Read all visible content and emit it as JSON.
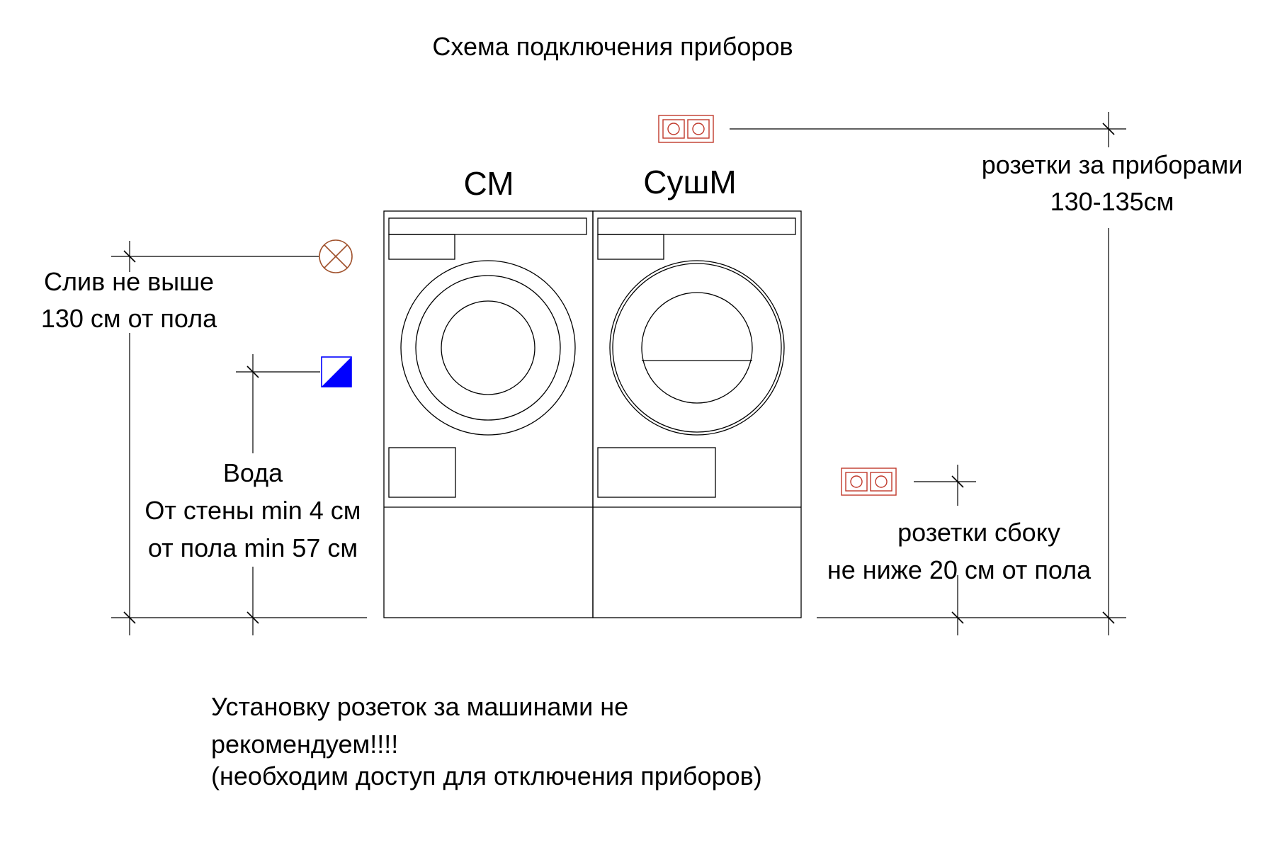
{
  "title": "Схема подключения приборов",
  "appliances": {
    "washer_label": "СМ",
    "dryer_label": "СушМ"
  },
  "drain": {
    "line1": "Слив не выше",
    "line2": "130 см от пола",
    "icon": "drain-cross-circle-icon"
  },
  "water": {
    "line1": "Вода",
    "line2": "От стены min 4 см",
    "line3": "от пола min 57 см",
    "icon": "water-valve-icon"
  },
  "sockets_behind": {
    "line1": "розетки за приборами",
    "line2": "130-135см",
    "icon": "double-socket-icon"
  },
  "sockets_side": {
    "line1": "розетки сбоку",
    "line2": "не ниже 20 см от пола",
    "icon": "double-socket-icon"
  },
  "note": {
    "line1": "Установку розеток за машинами не",
    "line2": "рекомендуем!!!!",
    "line3": "(необходим доступ  для отключения приборов)"
  },
  "colors": {
    "socket": "#c0392b",
    "drain_icon": "#a0522d",
    "water_icon": "#0000ff",
    "lines": "#000000"
  }
}
